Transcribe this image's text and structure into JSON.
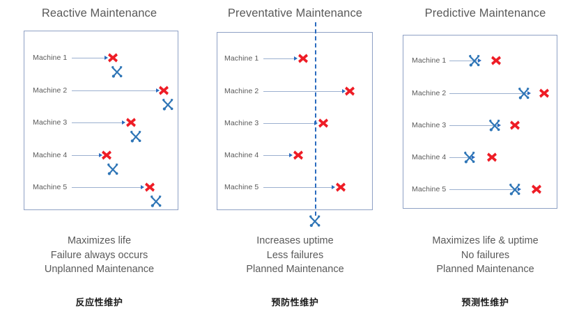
{
  "panels": [
    {
      "id": "reactive",
      "title": "Reactive Maintenance",
      "caption_lines": [
        "Maximizes life",
        "Failure always occurs",
        "Unplanned Maintenance"
      ],
      "cn_label": "反应性维护",
      "has_dashed_line": false,
      "rows": [
        {
          "label": "Machine 1",
          "line_end_pct": 52,
          "x_pct": 57,
          "tool_pct": 60,
          "tool_below": true
        },
        {
          "label": "Machine 2",
          "line_end_pct": 85,
          "x_pct": 90,
          "tool_pct": 93,
          "tool_below": true
        },
        {
          "label": "Machine 3",
          "line_end_pct": 63,
          "x_pct": 69,
          "tool_pct": 72,
          "tool_below": true
        },
        {
          "label": "Machine 4",
          "line_end_pct": 48,
          "x_pct": 53,
          "tool_pct": 57,
          "tool_below": true
        },
        {
          "label": "Machine 5",
          "line_end_pct": 75,
          "x_pct": 81,
          "tool_pct": 85,
          "tool_below": true
        }
      ]
    },
    {
      "id": "preventative",
      "title": "Preventative Maintenance",
      "caption_lines": [
        "Increases uptime",
        "Less failures",
        "Planned Maintenance"
      ],
      "cn_label": "预防性维护",
      "has_dashed_line": true,
      "dash_pct": 63,
      "rows": [
        {
          "label": "Machine 1",
          "line_end_pct": 49,
          "x_pct": 55,
          "tool_pct": null,
          "tool_below": false
        },
        {
          "label": "Machine 2",
          "line_end_pct": 80,
          "x_pct": 85,
          "tool_pct": null,
          "tool_below": false
        },
        {
          "label": "Machine 3",
          "line_end_pct": 62,
          "x_pct": 68,
          "tool_pct": null,
          "tool_below": false
        },
        {
          "label": "Machine 4",
          "line_end_pct": 46,
          "x_pct": 52,
          "tool_pct": null,
          "tool_below": false
        },
        {
          "label": "Machine 5",
          "line_end_pct": 73,
          "x_pct": 79,
          "tool_pct": null,
          "tool_below": false
        }
      ]
    },
    {
      "id": "predictive",
      "title": "Predictive Maintenance",
      "caption_lines": [
        "Maximizes life & uptime",
        "No failures",
        "Planned Maintenance"
      ],
      "cn_label": "预测性维护",
      "has_dashed_line": false,
      "rows": [
        {
          "label": "Machine 1",
          "line_end_pct": 48,
          "x_pct": 60,
          "tool_pct": 46,
          "tool_below": false
        },
        {
          "label": "Machine 2",
          "line_end_pct": 80,
          "x_pct": 91,
          "tool_pct": 78,
          "tool_below": false
        },
        {
          "label": "Machine 3",
          "line_end_pct": 61,
          "x_pct": 72,
          "tool_pct": 59,
          "tool_below": false
        },
        {
          "label": "Machine 4",
          "line_end_pct": 44,
          "x_pct": 57,
          "tool_pct": 43,
          "tool_below": false
        },
        {
          "label": "Machine 5",
          "line_end_pct": 74,
          "x_pct": 86,
          "tool_pct": 72,
          "tool_below": false
        }
      ]
    }
  ],
  "colors": {
    "failure_x": "#ee1c25",
    "tool_icon": "#2e75b6",
    "arrow": "#2a6bbf",
    "timeline": "#9bb0cf",
    "box_border": "#8ea0c4",
    "text": "#595959",
    "dashed_line": "#2a6bbf"
  },
  "icons": {
    "failure": "red-x-failure-icon",
    "maintenance": "wrench-screwdriver-icon"
  }
}
